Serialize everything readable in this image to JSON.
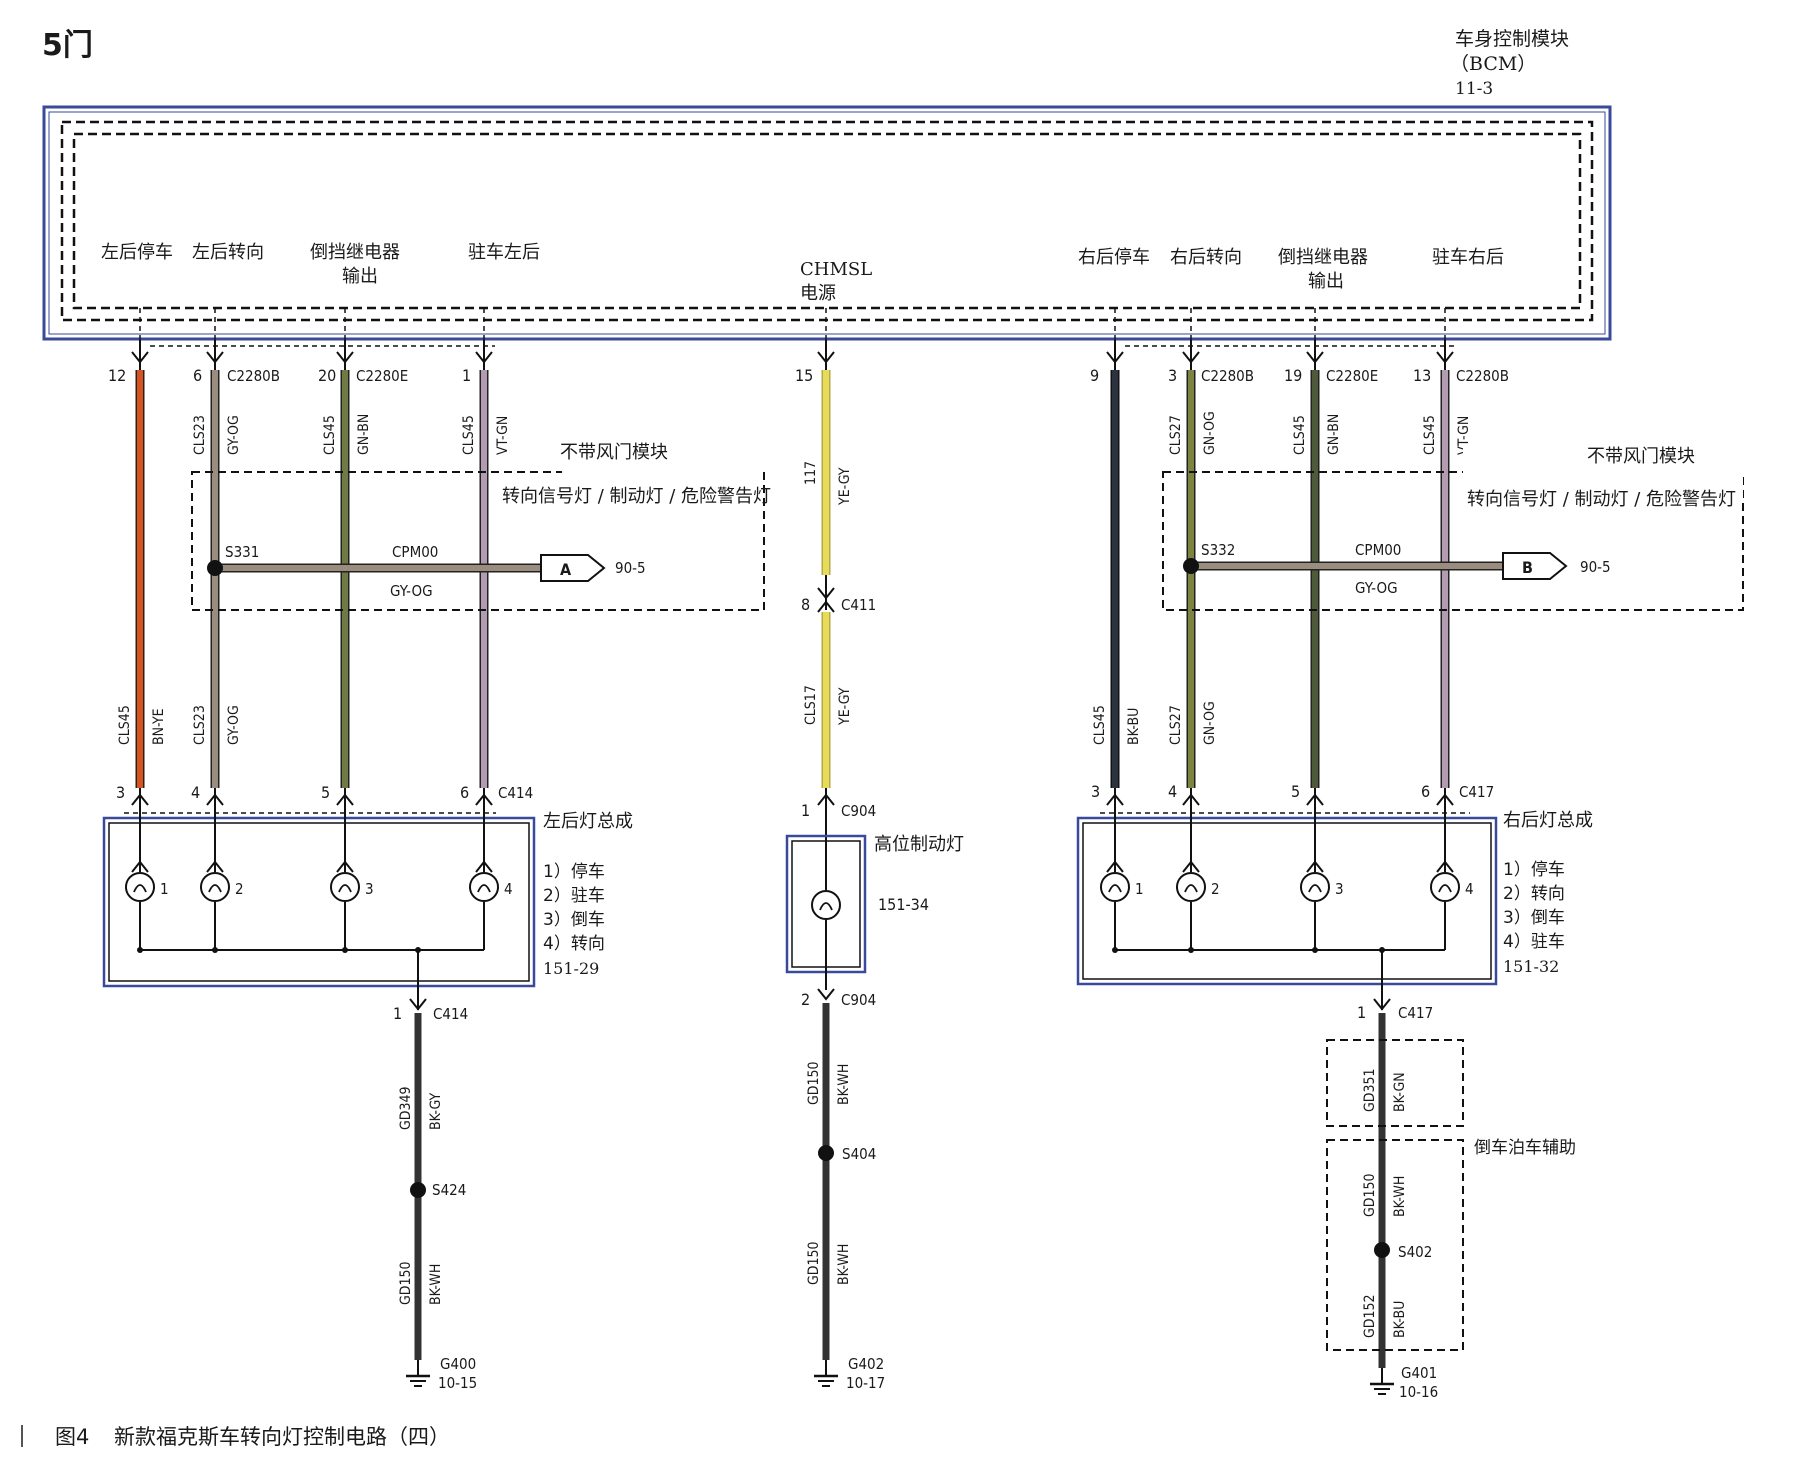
{
  "header": {
    "title": "5门"
  },
  "bcm": {
    "name": "车身控制模块",
    "code": "（BCM）",
    "ref": "11-3"
  },
  "bcm_outputs": {
    "left_stop": "左后停车",
    "left_turn": "左后转向",
    "left_reverse_1": "倒挡继电器",
    "left_reverse_2": "输出",
    "left_park": "驻车左后",
    "chmsl_1": "CHMSL",
    "chmsl_2": "电源",
    "right_stop": "右后停车",
    "right_turn": "右后转向",
    "right_reverse_1": "倒挡继电器",
    "right_reverse_2": "输出",
    "right_park": "驻车右后"
  },
  "left_side": {
    "pins_top": [
      "12",
      "6",
      "20",
      "1"
    ],
    "connectors_top": [
      "C2280B",
      "C2280E"
    ],
    "wire_circuits_top": [
      "CLS23",
      "CLS45",
      "CLS45"
    ],
    "wire_colors_top": [
      "GY-OG",
      "GN-BN",
      "VT-GN"
    ],
    "wire_circuits_bottom": [
      "CLS45",
      "CLS23"
    ],
    "wire_colors_bottom": [
      "BN-YE",
      "GY-OG"
    ],
    "option_box": {
      "title": "不带风门模块",
      "subtitle": "转向信号灯 / 制动灯 / 危险警告灯"
    },
    "splice": "S331",
    "bus_circuit": "CPM00",
    "bus_color": "GY-OG",
    "bus_target": "A",
    "bus_ref": "90-5",
    "pins_bottom": [
      "3",
      "4",
      "5",
      "6"
    ],
    "connector_bottom": "C414",
    "lamp_assembly": "左后灯总成",
    "lamp_functions": [
      "1）停车",
      "2）驻车",
      "3）倒车",
      "4）转向"
    ],
    "lamp_ref": "151-29",
    "lamp_numbers": [
      "1",
      "2",
      "3",
      "4"
    ],
    "ground": {
      "pin": "1",
      "connector": "C414",
      "circuit_1": "GD349",
      "color_1": "BK-GY",
      "splice": "S424",
      "circuit_2": "GD150",
      "color_2": "BK-WH",
      "ground_id": "G400",
      "ground_ref": "10-15"
    }
  },
  "center": {
    "pin_top": "15",
    "circuit_top": "117",
    "color_top": "YE-GY",
    "inline_pin": "8",
    "inline_connector": "C411",
    "circuit_mid": "CLS17",
    "color_mid": "YE-GY",
    "lamp_pin_in": "1",
    "lamp_connector": "C904",
    "lamp_name": "高位制动灯",
    "lamp_ref": "151-34",
    "lamp_pin_out": "2",
    "ground_circuit_1": "GD150",
    "ground_color_1": "BK-WH",
    "splice": "S404",
    "ground_circuit_2": "GD150",
    "ground_color_2": "BK-WH",
    "ground_id": "G402",
    "ground_ref": "10-17"
  },
  "right_side": {
    "pins_top": [
      "9",
      "3",
      "19",
      "13"
    ],
    "connectors_top": [
      "C2280B",
      "C2280E",
      "C2280B"
    ],
    "wire_circuits_top": [
      "CLS27",
      "CLS45",
      "CLS45"
    ],
    "wire_colors_top": [
      "GN-OG",
      "GN-BN",
      "VT-GN"
    ],
    "wire_circuits_bottom": [
      "CLS45",
      "CLS27"
    ],
    "wire_colors_bottom": [
      "BK-BU",
      "GN-OG"
    ],
    "option_box": {
      "title": "不带风门模块",
      "subtitle": "转向信号灯 / 制动灯 / 危险警告灯"
    },
    "splice": "S332",
    "bus_circuit": "CPM00",
    "bus_color": "GY-OG",
    "bus_target": "B",
    "bus_ref": "90-5",
    "pins_bottom": [
      "3",
      "4",
      "5",
      "6"
    ],
    "connector_bottom": "C417",
    "lamp_assembly": "右后灯总成",
    "lamp_functions": [
      "1）停车",
      "2）转向",
      "3）倒车",
      "4）驻车"
    ],
    "lamp_ref": "151-32",
    "lamp_numbers": [
      "1",
      "2",
      "3",
      "4"
    ],
    "ground": {
      "pin": "1",
      "connector": "C417",
      "circuit_1": "GD351",
      "color_1": "BK-GN",
      "option_label": "倒车泊车辅助",
      "circuit_2": "GD150",
      "color_2": "BK-WH",
      "splice": "S402",
      "circuit_3": "GD152",
      "color_3": "BK-BU",
      "ground_id": "G401",
      "ground_ref": "10-16"
    }
  },
  "caption": {
    "figure": "图4",
    "text": "新款福克斯车转向灯控制电路（四）"
  },
  "colors": {
    "BN-YE": "#d9531e",
    "GY-OG": "#9a8c7e",
    "GN-BN": "#6f7a44",
    "VT-GN": "#b39bb2",
    "YE-GY": "#e6dc5a",
    "BK": "#2e2e2e",
    "BK-BU": "#2d3240",
    "GN-OG": "#7d8440",
    "bcm_frame": "#3a4a9a"
  }
}
